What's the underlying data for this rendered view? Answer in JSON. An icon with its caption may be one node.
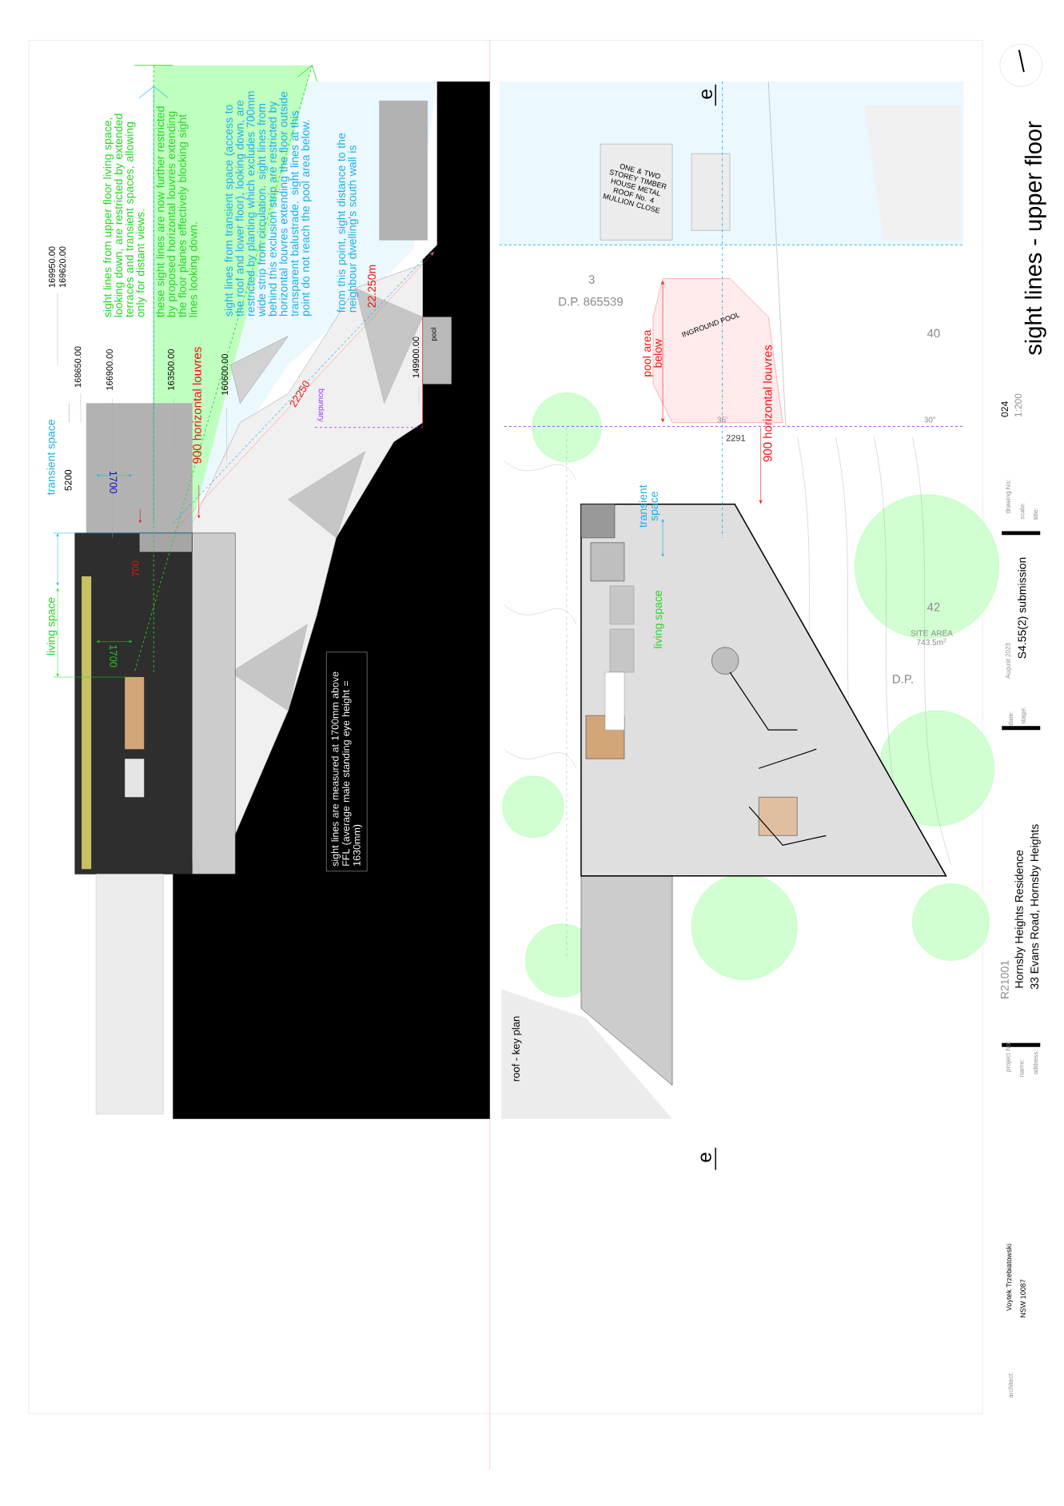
{
  "diagram": {
    "title": "sight lines - upper floor",
    "nodes": [
      {
        "text": [
          "sight lines are measured at 1700mm above FFL (average male standing eye height = 1630mm)"
        ]
      }
    ],
    "labels": [
      "169950.00",
      "169620.00",
      "168650.00",
      "166900.00",
      "163500.00",
      "160600.00",
      "149900.00",
      "pool",
      "22250",
      "boundary",
      "900 horizontal louvres",
      "5200",
      "transient space",
      "living space",
      "1700",
      "1700",
      "700",
      "sight lines from upper floor living space, looking down, are restricted by extended terraces and transient spaces, allowing only for distant views.",
      "these sight lines are now further restricted by proposed horizontal louvres extending the floor planes effectively blocking sight lines looking down.",
      "sight lines from transient space (access to the roof and lower floor), looking down, are restricted by planting which excludes 700mm wide strip from circulation. sight lines from behind this exclusion strip are restricted by horizontal louvres extending the floor outside transparent balustrade. sight lines at this point do not reach the pool area below.",
      "from this point, sight distance to the neighbour dwelling's south wall is",
      "22.250m",
      "e",
      "ONE & TWO STOREY TIMBER HOUSE METAL ROOF No. 4 MULLION CLOSE",
      "3",
      "D.P. 865539",
      "40",
      "pool area below",
      "INGROUND POOL",
      "900 horizontal louvres",
      "2291",
      "35'",
      "30\"",
      "transient space",
      "living space",
      "42",
      "SITE AREA 743.5m$^{2}$",
      "D.P.",
      "roof - key plan",
      "e",
      "architect:",
      "Voytek Trzebiatowski",
      "NSW 10087",
      "project No:",
      "name:",
      "address:",
      "R21001",
      "Hornsby Heights Residence",
      "33 Evans Road, Hornsby Heights",
      "date:",
      "stage:",
      "August 2023",
      "S4.55(2) submission",
      "drawing No:",
      "scale:",
      "title:",
      "024",
      "1:200"
    ]
  }
}
